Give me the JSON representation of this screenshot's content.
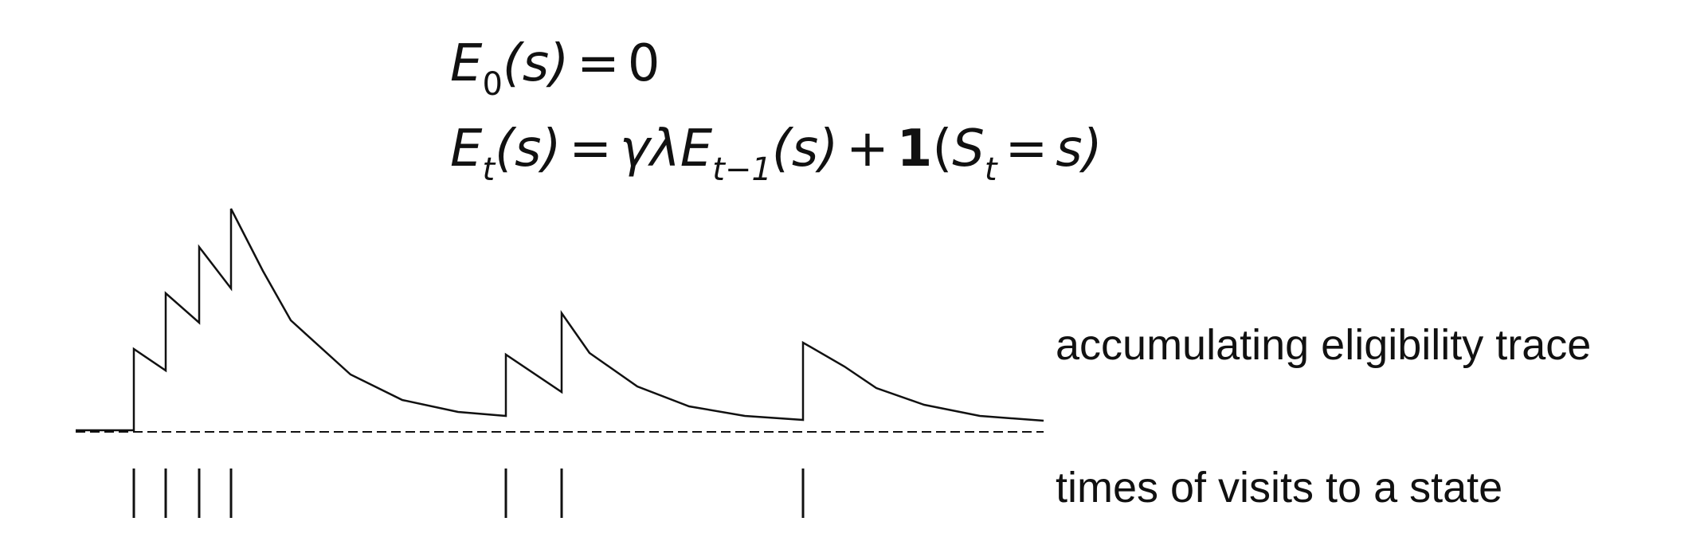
{
  "equations": {
    "line1": {
      "lhs_symbol": "E",
      "lhs_sub": "0",
      "lhs_arg": "(s)",
      "equals": "=",
      "rhs": "0"
    },
    "line2": {
      "lhs_symbol": "E",
      "lhs_sub": "t",
      "lhs_arg": "(s)",
      "equals": "=",
      "gamma_lambda": "γλ",
      "term_symbol": "E",
      "term_sub": "t−1",
      "term_arg": "(s)",
      "plus": "+",
      "indicator": "1",
      "indicator_open": "(",
      "state_symbol": "S",
      "state_sub": "t",
      "indicator_eq": "=",
      "indicator_rhs": "s)"
    }
  },
  "labels": {
    "trace": "accumulating eligibility trace",
    "visits": "times of visits to a state"
  },
  "chart_data": {
    "type": "line",
    "series": [
      {
        "values": "eligibility trace",
        "visit_times": [
          1,
          2,
          3,
          4,
          12,
          14,
          22
        ],
        "x_range": [
          0,
          33
        ]
      }
    ],
    "baseline": "dashed",
    "grid": false
  },
  "colors": {
    "ink": "#111111",
    "background": "#ffffff"
  }
}
